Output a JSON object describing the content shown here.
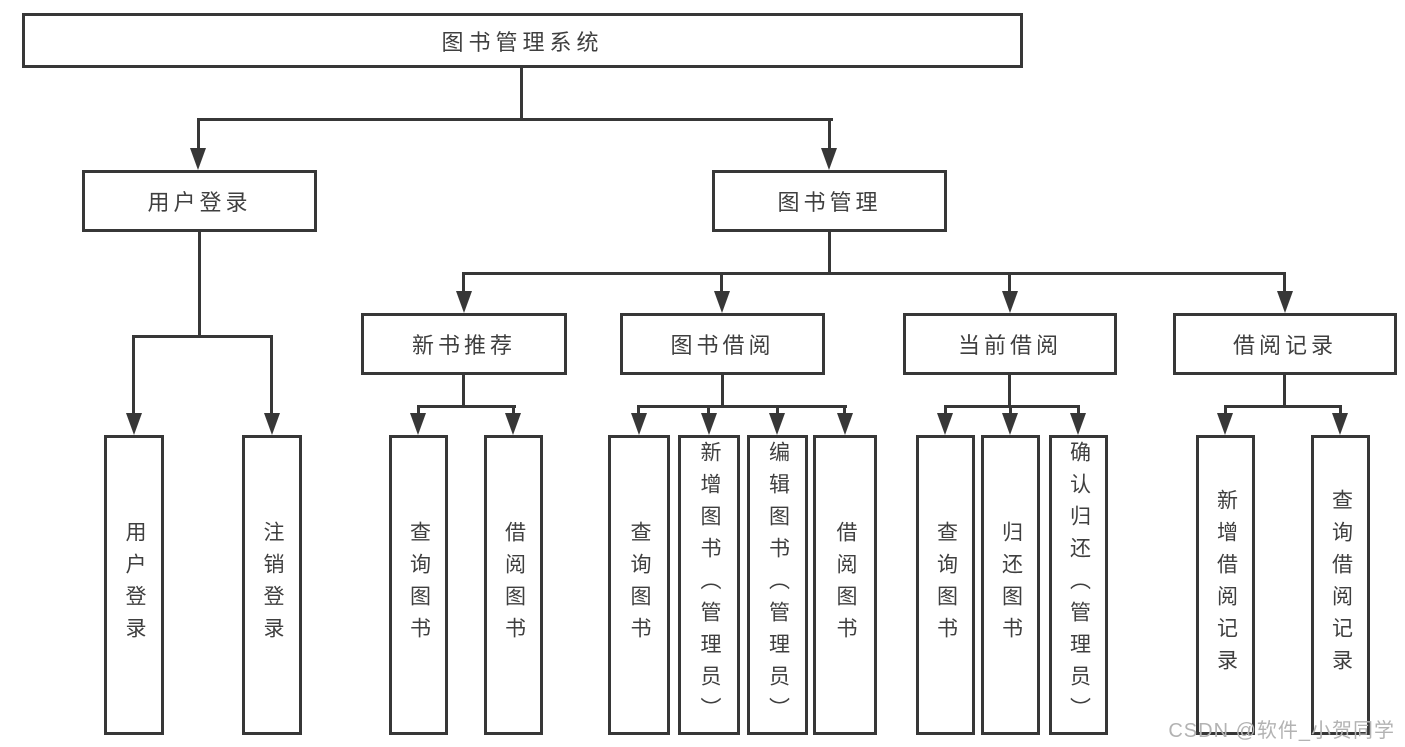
{
  "diagram": {
    "root": {
      "label": "图书管理系统"
    },
    "user_login": {
      "label": "用户登录",
      "children": [
        {
          "label": "用户登录"
        },
        {
          "label": "注销登录"
        }
      ]
    },
    "book_management": {
      "label": "图书管理",
      "sections": [
        {
          "label": "新书推荐",
          "children": [
            {
              "label": "查询图书"
            },
            {
              "label": "借阅图书"
            }
          ]
        },
        {
          "label": "图书借阅",
          "children": [
            {
              "label": "查询图书"
            },
            {
              "label": "新增图书（管理员）"
            },
            {
              "label": "编辑图书（管理员）"
            },
            {
              "label": "借阅图书"
            }
          ]
        },
        {
          "label": "当前借阅",
          "children": [
            {
              "label": "查询图书"
            },
            {
              "label": "归还图书"
            },
            {
              "label": "确认归还（管理员）"
            }
          ]
        },
        {
          "label": "借阅记录",
          "children": [
            {
              "label": "新增借阅记录"
            },
            {
              "label": "查询借阅记录"
            }
          ]
        }
      ]
    }
  },
  "watermark": {
    "text": "CSDN @软件_小贺同学"
  },
  "colors": {
    "line": "#373737",
    "text": "#3f3f3f",
    "background": "#ffffff",
    "watermark": "#b3b3b3"
  }
}
